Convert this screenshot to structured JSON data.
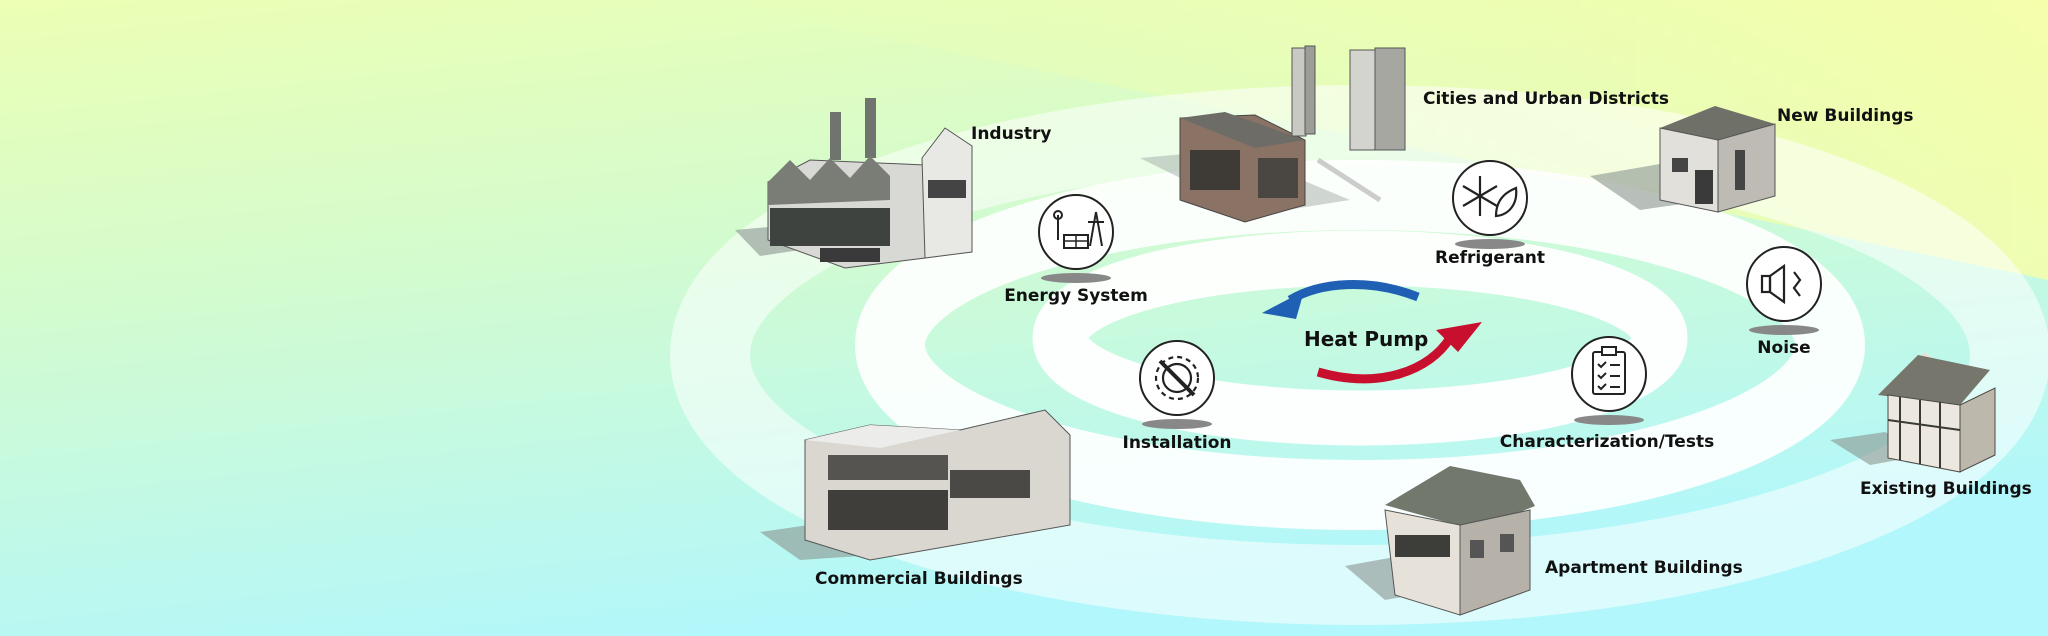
{
  "title": "Heat Pump",
  "topics": [
    {
      "label": "Energy System",
      "icon": "energy-system-icon"
    },
    {
      "label": "Refrigerant",
      "icon": "snowflake-leaf-icon"
    },
    {
      "label": "Noise",
      "icon": "speaker-noise-icon"
    },
    {
      "label": "Installation",
      "icon": "wrench-gear-icon"
    },
    {
      "label": "Characterization/Tests",
      "icon": "clipboard-checklist-icon"
    }
  ],
  "applications": [
    {
      "label": "Industry",
      "icon": "factory-icon"
    },
    {
      "label": "Cities and Urban Districts",
      "icon": "city-towers-icon"
    },
    {
      "label": "New Buildings",
      "icon": "modern-house-icon"
    },
    {
      "label": "Existing Buildings",
      "icon": "timber-house-icon"
    },
    {
      "label": "Apartment Buildings",
      "icon": "apartment-icon"
    },
    {
      "label": "Commercial Buildings",
      "icon": "office-building-icon"
    }
  ],
  "colors": {
    "arrow_blue": "#1f5fb4",
    "arrow_red": "#c8102e",
    "ring": "#ffffff",
    "bg_top": "#e9ffb0",
    "bg_bottom": "#aef8ff"
  }
}
